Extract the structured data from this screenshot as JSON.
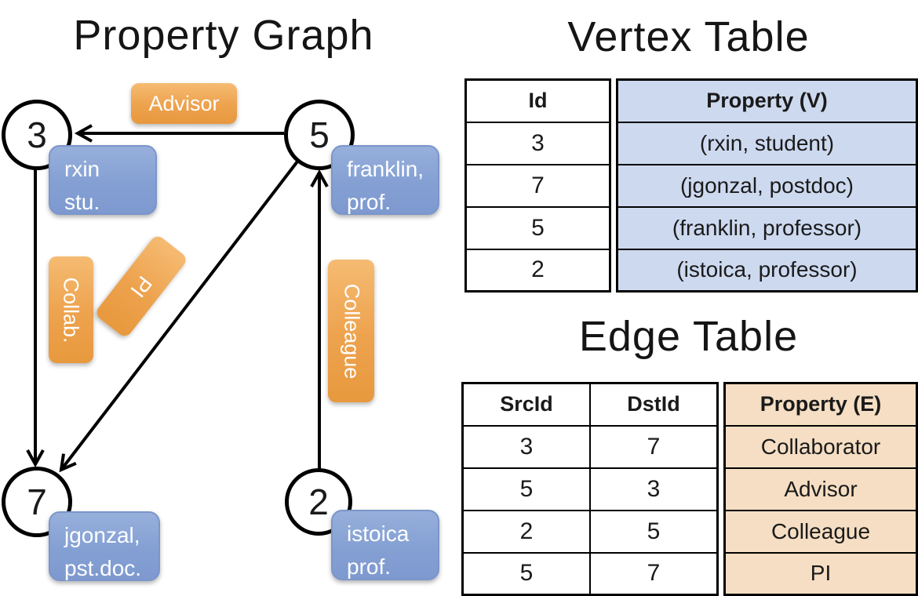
{
  "graph": {
    "title": "Property Graph",
    "nodes": [
      {
        "id": "3",
        "property_line1": "rxin",
        "property_line2": "stu."
      },
      {
        "id": "5",
        "property_line1": "franklin,",
        "property_line2": "prof."
      },
      {
        "id": "7",
        "property_line1": "jgonzal,",
        "property_line2": "pst.doc."
      },
      {
        "id": "2",
        "property_line1": "istoica",
        "property_line2": "prof."
      }
    ],
    "edges": [
      {
        "src": "5",
        "dst": "3",
        "label": "Advisor"
      },
      {
        "src": "3",
        "dst": "7",
        "label": "Collab."
      },
      {
        "src": "5",
        "dst": "7",
        "label": "PI"
      },
      {
        "src": "2",
        "dst": "5",
        "label": "Colleague"
      }
    ]
  },
  "vertex_table": {
    "title": "Vertex Table",
    "id_header": "Id",
    "property_header": "Property (V)",
    "rows": [
      {
        "id": "3",
        "property": "(rxin, student)"
      },
      {
        "id": "7",
        "property": "(jgonzal, postdoc)"
      },
      {
        "id": "5",
        "property": "(franklin, professor)"
      },
      {
        "id": "2",
        "property": "(istoica, professor)"
      }
    ]
  },
  "edge_table": {
    "title": "Edge Table",
    "src_header": "SrcId",
    "dst_header": "DstId",
    "property_header": "Property (E)",
    "rows": [
      {
        "src": "3",
        "dst": "7",
        "property": "Collaborator"
      },
      {
        "src": "5",
        "dst": "3",
        "property": "Advisor"
      },
      {
        "src": "2",
        "dst": "5",
        "property": "Colleague"
      },
      {
        "src": "5",
        "dst": "7",
        "property": "PI"
      }
    ]
  },
  "colors": {
    "edge_label_orange": "#eda24d",
    "vertex_box_blue": "#84a0d3",
    "vertex_table_fill": "#cdd9ef",
    "edge_table_fill": "#f5dec3",
    "line_black": "#000000"
  }
}
